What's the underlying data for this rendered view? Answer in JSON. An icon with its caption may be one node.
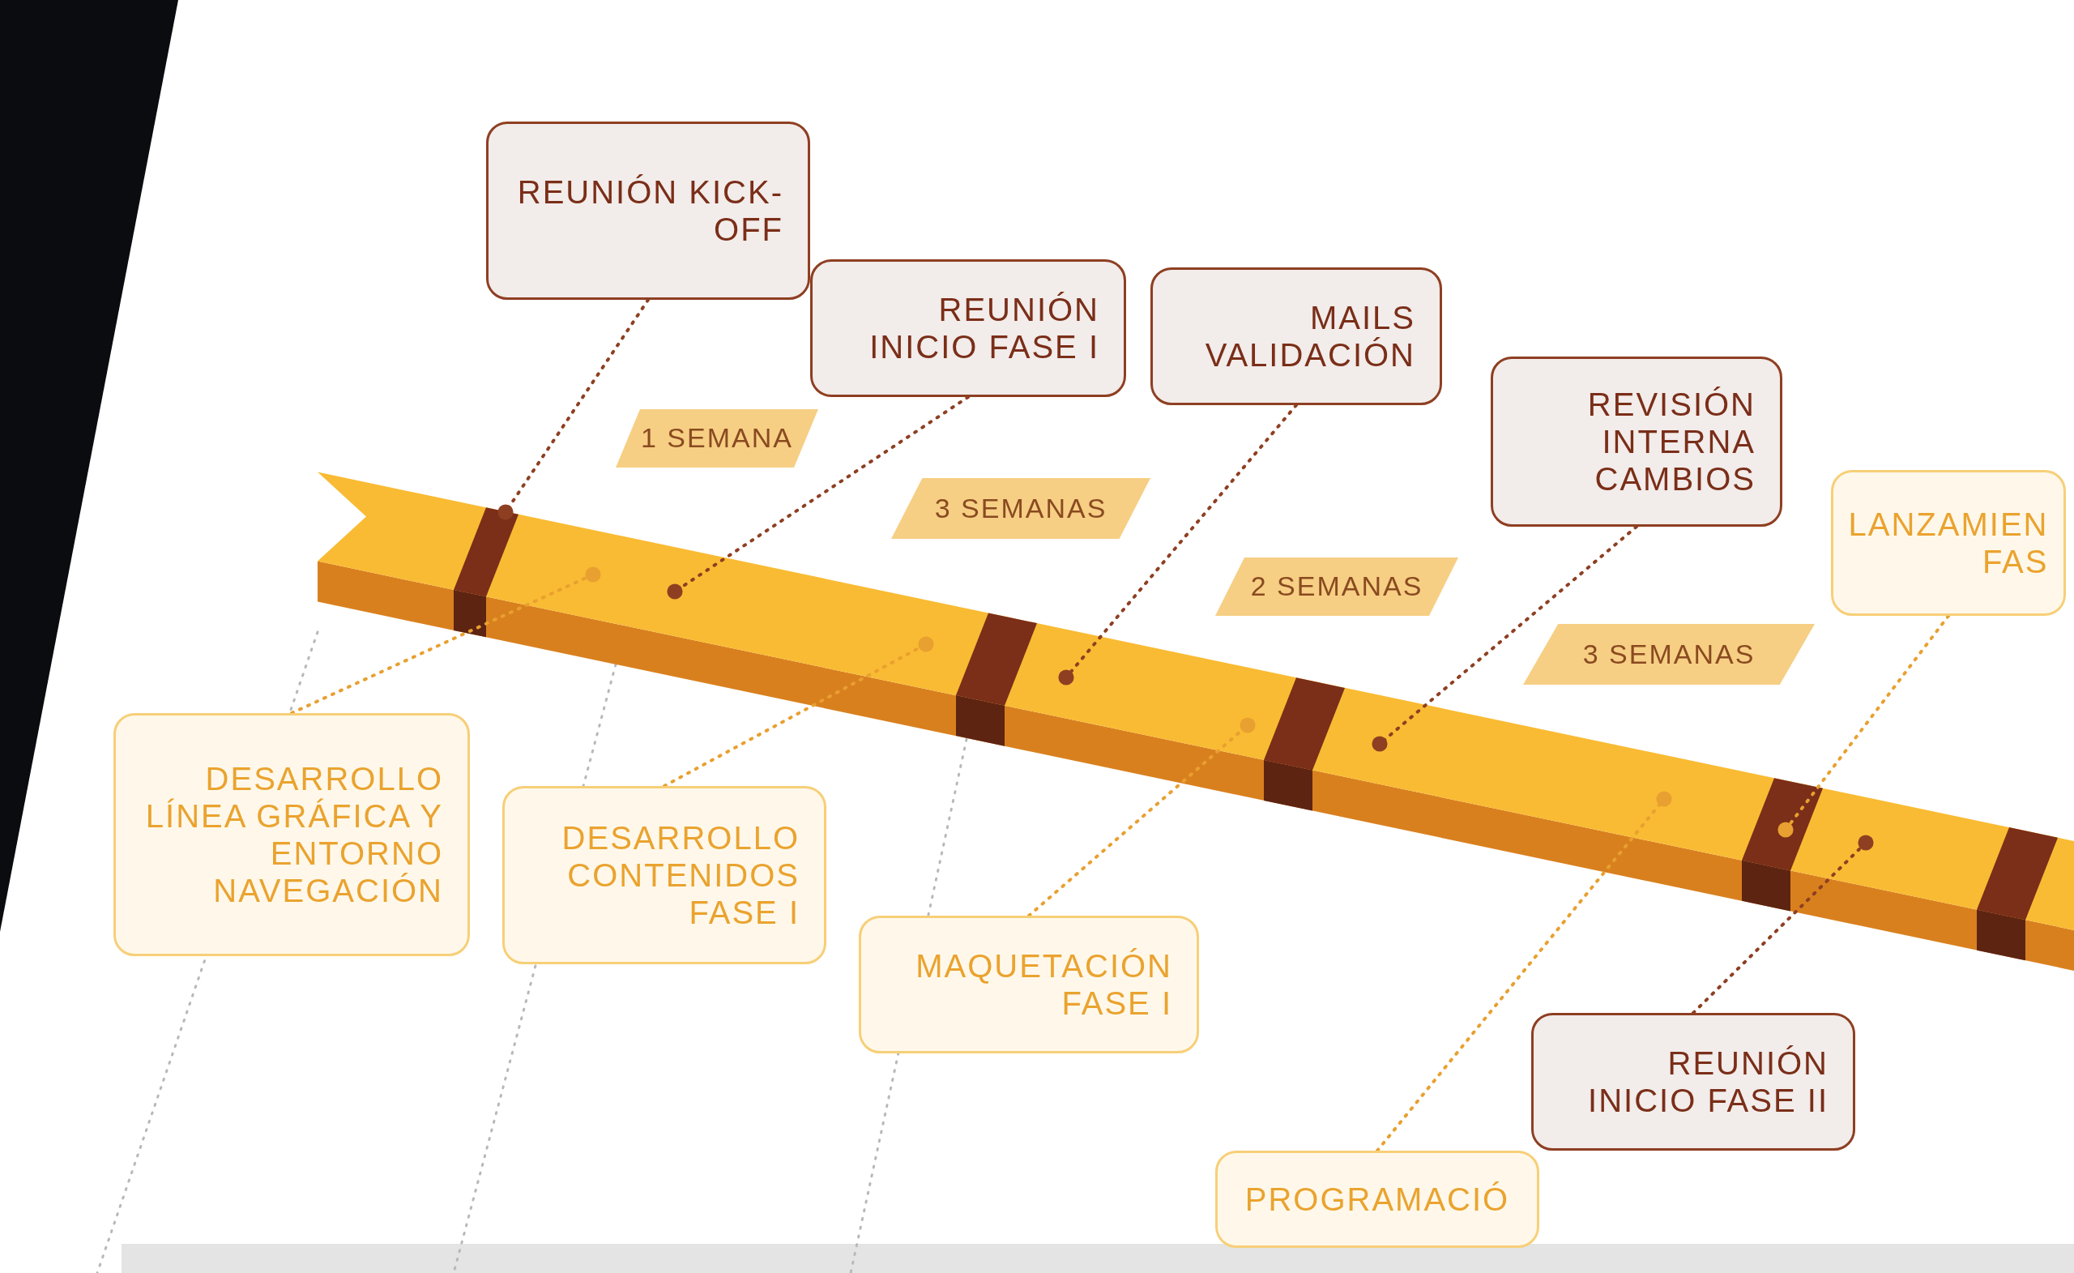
{
  "diagram": {
    "nodes": [
      {
        "text": [
          "REUNIÓN KICK-OFF"
        ]
      },
      {
        "text": [
          "REUNIÓN INICIO FASE I"
        ]
      },
      {
        "text": [
          "MAILS VALIDACIÓN"
        ]
      },
      {
        "text": [
          "REVISIÓN INTERNA CAMBIOS"
        ]
      },
      {
        "text": [
          "LANZAMIEN FAS"
        ]
      },
      {
        "text": [
          "1 SEMANA"
        ]
      },
      {
        "text": [
          "3 SEMANAS"
        ]
      },
      {
        "text": [
          "2 SEMANAS"
        ]
      },
      {
        "text": [
          "3 SEMANAS"
        ]
      },
      {
        "text": [
          "DESARROLLO LÍNEA GRÁFICA Y ENTORNO NAVEGACIÓN"
        ]
      },
      {
        "text": [
          "DESARROLLO CONTENIDOS FASE I"
        ]
      },
      {
        "text": [
          "MAQUETACIÓN FASE I"
        ]
      },
      {
        "text": [
          "REUNIÓN INICIO FASE II"
        ]
      },
      {
        "text": [
          "PROGRAMACIÓ"
        ]
      }
    ],
    "edges": [
      {
        "from": 0,
        "to": null,
        "arrow": "other"
      },
      {
        "from": 1,
        "to": null,
        "arrow": "other"
      },
      {
        "from": 2,
        "to": null,
        "arrow": "other"
      },
      {
        "from": 3,
        "to": null,
        "arrow": "other"
      },
      {
        "from": 4,
        "to": null,
        "arrow": "other",
        "color": "#e8a030"
      },
      {
        "from": 9,
        "to": null,
        "arrow": "other",
        "color": "#e8a030"
      },
      {
        "from": 10,
        "to": null,
        "arrow": "other",
        "color": "#e8a030"
      },
      {
        "from": 11,
        "to": null,
        "arrow": "other",
        "color": "#e8a030"
      },
      {
        "from": 12,
        "to": null,
        "arrow": "other"
      },
      {
        "from": 13,
        "to": null,
        "arrow": "other",
        "color": "#e8a030"
      }
    ]
  }
}
